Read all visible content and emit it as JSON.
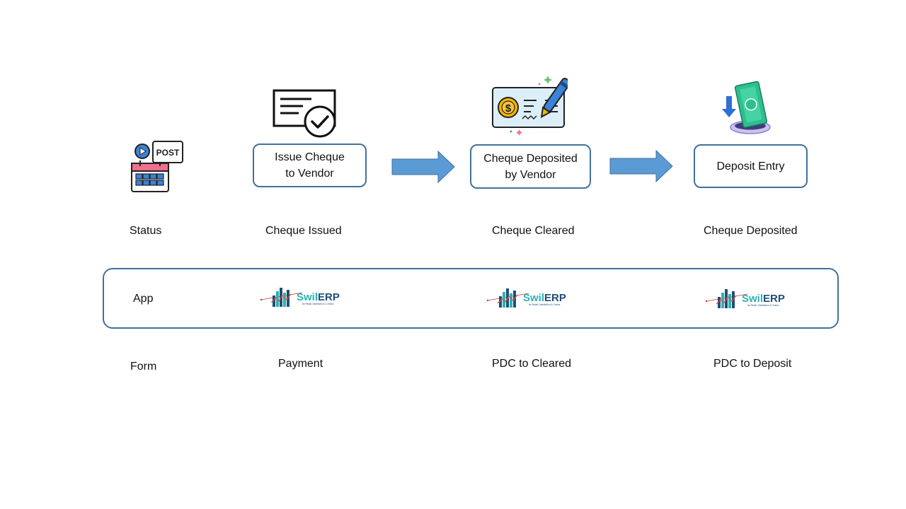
{
  "row_labels": {
    "status": "Status",
    "app": "App",
    "form": "Form"
  },
  "icons": {
    "status": "post-calendar-icon",
    "issue": "cheque-check-icon",
    "deposited": "cheque-sign-pen-icon",
    "entry": "money-deposit-icon",
    "arrow": "right-arrow-icon"
  },
  "steps": [
    {
      "line1": "Issue Cheque",
      "line2": "to Vendor"
    },
    {
      "line1": "Cheque Deposited",
      "line2": "by Vendor"
    },
    {
      "line1": "Deposit Entry",
      "line2": ""
    }
  ],
  "statuses": [
    "Cheque Issued",
    "Cheque Cleared",
    "Cheque Deposited"
  ],
  "app_logo": {
    "brand_a": "Swil",
    "brand_b": "ERP",
    "tagline": "for Retail, Distribution & Chains"
  },
  "forms": [
    "Payment",
    "PDC to Cleared",
    "PDC to Deposit"
  ],
  "colors": {
    "box_border": "#41719c",
    "arrow_fill": "#5b9bd5",
    "logo_teal": "#2bb3b1",
    "logo_navy": "#1f4e79"
  },
  "icon_badge_text": "POST",
  "currency_symbol": "$"
}
